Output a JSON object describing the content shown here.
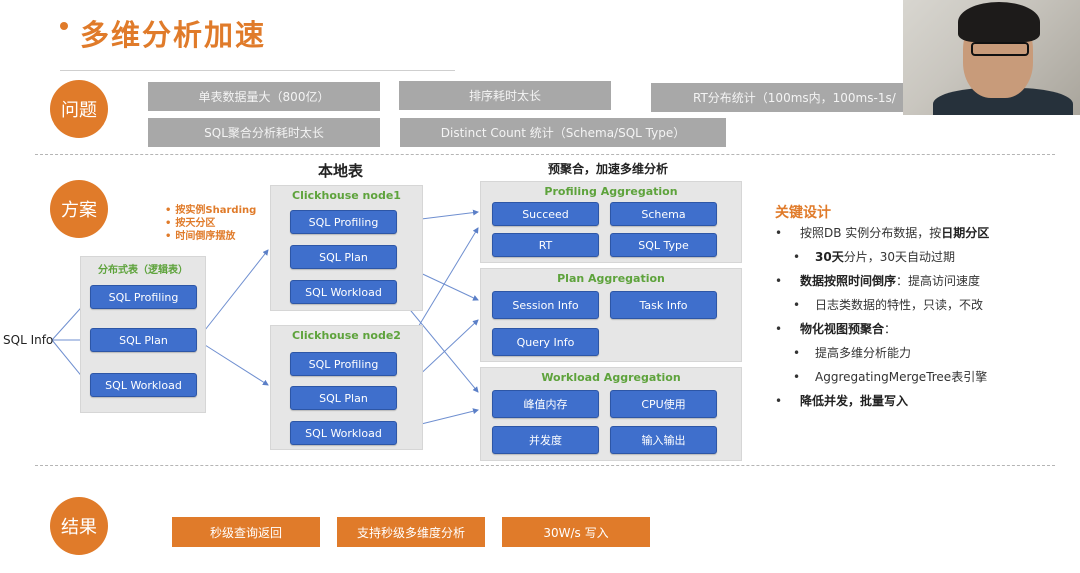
{
  "slide": {
    "title": "多维分析加速"
  },
  "sections": {
    "problem": "问题",
    "solution": "方案",
    "result": "结果"
  },
  "problems": [
    "单表数据量大（800亿）",
    "排序耗时太长",
    "RT分布统计（100ms内，100ms-1s/",
    "SQL聚合分析耗时太长",
    "Distinct Count 统计（Schema/SQL Type）"
  ],
  "diagram": {
    "source": "SQL Info",
    "distributed_table": {
      "title": "分布式表（逻辑表）",
      "items": [
        "SQL Profiling",
        "SQL Plan",
        "SQL Workload"
      ]
    },
    "shard_notes": [
      "按实例Sharding",
      "按天分区",
      "时间倒序摆放"
    ],
    "local_table_label": "本地表",
    "pre_agg_label": "预聚合，加速多维分析",
    "nodes": [
      {
        "title": "Clickhouse node1",
        "items": [
          "SQL Profiling",
          "SQL Plan",
          "SQL Workload"
        ]
      },
      {
        "title": "Clickhouse node2",
        "items": [
          "SQL Profiling",
          "SQL Plan",
          "SQL Workload"
        ]
      }
    ],
    "aggregations": [
      {
        "title": "Profiling Aggregation",
        "items": [
          "Succeed",
          "Schema",
          "RT",
          "SQL Type"
        ]
      },
      {
        "title": "Plan Aggregation",
        "items": [
          "Session Info",
          "Task Info",
          "Query Info"
        ]
      },
      {
        "title": "Workload Aggregation",
        "items": [
          "峰值内存",
          "CPU使用",
          "并发度",
          "输入输出"
        ]
      }
    ]
  },
  "key_design": {
    "title": "关键设计",
    "items": [
      {
        "bold": "",
        "plain": "按照DB 实例分布数据，按",
        "bold2": "日期分区"
      },
      {
        "bold": "30天",
        "plain": "分片，30天自动过期",
        "bold2": ""
      },
      {
        "bold": "数据按照时间倒序",
        "plain": "：提高访问速度",
        "bold2": ""
      },
      {
        "bold": "",
        "plain": "日志类数据的特性，只读，不改",
        "bold2": ""
      },
      {
        "bold": "物化视图预聚合",
        "plain": "：",
        "bold2": ""
      },
      {
        "bold": "",
        "plain": "提高多维分析能力",
        "bold2": ""
      },
      {
        "bold": "",
        "plain": "AggregatingMergeTree表引擎",
        "bold2": ""
      },
      {
        "bold": "降低并发，批量写入",
        "plain": "",
        "bold2": ""
      }
    ]
  },
  "results": [
    "秒级查询返回",
    "支持秒级多维度分析",
    "30W/s 写入"
  ],
  "colors": {
    "accent": "#e07b2a",
    "box_blue": "#3f6fcc",
    "panel_gray": "#e6e6e6",
    "title_green": "#5ea33c",
    "tag_gray": "#a8a8a8"
  }
}
